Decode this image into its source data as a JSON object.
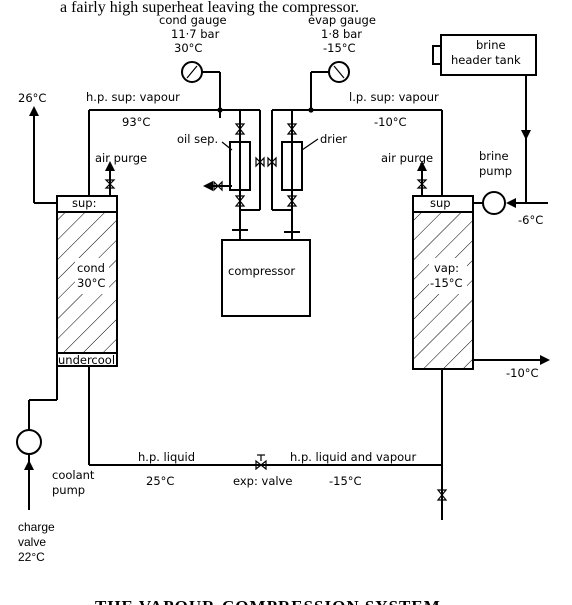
{
  "header_text": "a fairly high superheat leaving the compressor.",
  "footer_text": "THE VAPOUR-COMPRESSION SYSTEM",
  "labels": {
    "cond_gauge": "cond gauge",
    "cond_gauge_pressure": "11·7 bar",
    "cond_gauge_temp": "30°C",
    "evap_gauge": "evap gauge",
    "evap_gauge_pressure": "1·8 bar",
    "evap_gauge_temp": "-15°C",
    "brine_header_tank_line1": "brine",
    "brine_header_tank_line2": "header tank",
    "temp_26": "26°C",
    "hp_sup_vapour": "h.p. sup: vapour",
    "temp_93": "93°C",
    "lp_sup_vapour": "l.p. sup: vapour",
    "temp_minus10_top": "-10°C",
    "oil_sep": "oil sep.",
    "drier": "drier",
    "air_purge_left": "air purge",
    "air_purge_right": "air purge",
    "brine_pump_line1": "brine",
    "brine_pump_line2": "pump",
    "temp_minus6": "-6°C",
    "sup_left": "sup:",
    "sup_right": "sup",
    "cond": "cond",
    "cond_temp": "30°C",
    "compressor": "compressor",
    "vap": "vap:",
    "vap_temp": "-15°C",
    "undercool": "undercool",
    "temp_minus10_right": "-10°C",
    "hp_liquid": "h.p. liquid",
    "temp_25": "25°C",
    "exp_valve": "exp: valve",
    "hp_liquid_and_vapour": "h.p. liquid and vapour",
    "temp_minus15": "-15°C",
    "coolant_pump_line1": "coolant",
    "coolant_pump_line2": "pump",
    "charge_valve_line1": "charge",
    "charge_valve_line2": "valve",
    "charge_valve_temp": "22°C"
  }
}
